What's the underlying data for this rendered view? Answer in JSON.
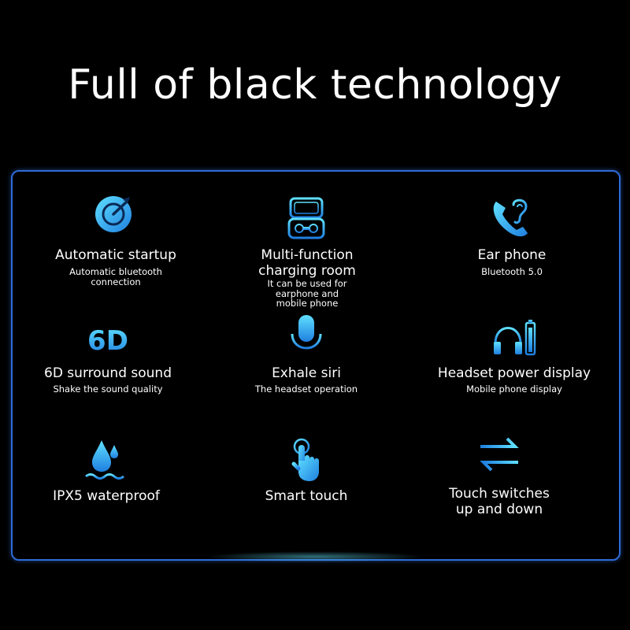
{
  "title": "Full of black technology",
  "colors": {
    "background": "#000000",
    "border": "#2f6bd6",
    "icon_primary": "#3ec8f0",
    "icon_secondary": "#1f7fe0"
  },
  "features": [
    {
      "icon": "target-check-icon",
      "title": "Automatic startup",
      "subtitle": "Automatic bluetooth\nconnection"
    },
    {
      "icon": "charging-case-icon",
      "title": "Multi-function\ncharging room",
      "subtitle": "It can be used for\nearphone and\nmobile phone"
    },
    {
      "icon": "phone-ear-icon",
      "title": "Ear phone",
      "subtitle": "Bluetooth 5.0"
    },
    {
      "icon": "six-d-icon",
      "title": "6D surround sound",
      "subtitle": "Shake the sound quality",
      "icon_text": "6D"
    },
    {
      "icon": "microphone-icon",
      "title": "Exhale siri",
      "subtitle": "The headset operation"
    },
    {
      "icon": "headset-battery-icon",
      "title": "Headset power display",
      "subtitle": "Mobile phone display"
    },
    {
      "icon": "water-drop-icon",
      "title": "IPX5 waterproof",
      "subtitle": ""
    },
    {
      "icon": "touch-hand-icon",
      "title": "Smart touch",
      "subtitle": ""
    },
    {
      "icon": "switch-arrows-icon",
      "title": "Touch switches\nup and down",
      "subtitle": ""
    }
  ]
}
